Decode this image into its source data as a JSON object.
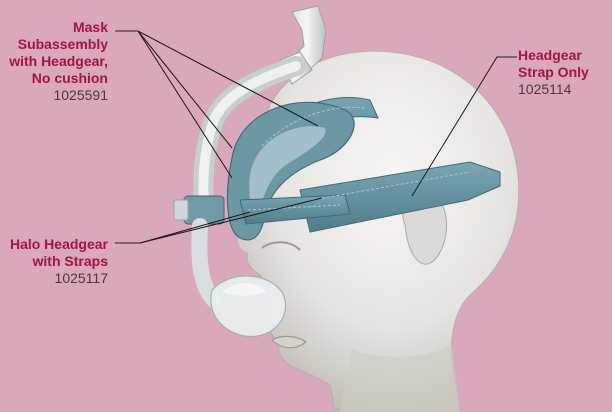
{
  "callouts": [
    {
      "id": "mask",
      "title_lines": [
        "Mask",
        "Subassembly",
        "with Headgear,",
        "No cushion"
      ],
      "part_number": "1025591"
    },
    {
      "id": "halo",
      "title_lines": [
        "Halo Headgear",
        "with Straps"
      ],
      "part_number": "1025117"
    },
    {
      "id": "strap",
      "title_lines": [
        "Headgear",
        "Strap Only"
      ],
      "part_number": "1025114"
    }
  ],
  "colors": {
    "background": "#d9a8bd",
    "title_text": "#a3124c",
    "part_text": "#4a3a40",
    "headgear": "#5f8e9b",
    "mannequin": "#e9e8e6"
  }
}
